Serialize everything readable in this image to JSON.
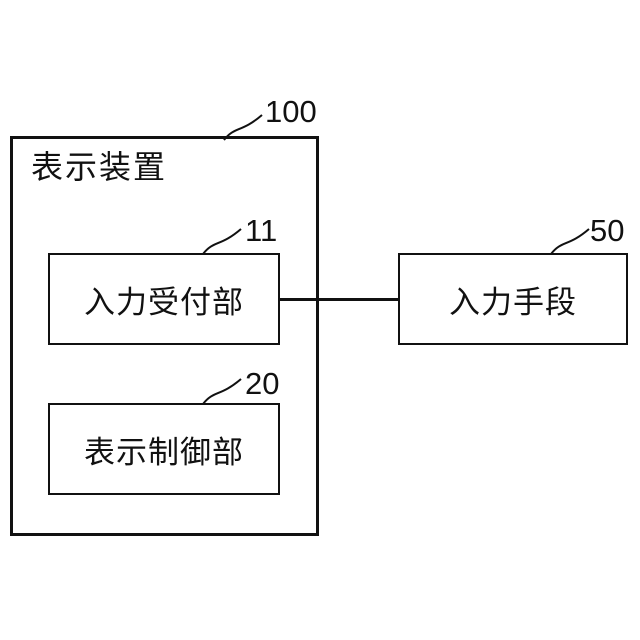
{
  "figure": {
    "device": {
      "label": "表示装置",
      "ref": "100"
    },
    "input_reception": {
      "label": "入力受付部",
      "ref": "11"
    },
    "display_control": {
      "label": "表示制御部",
      "ref": "20"
    },
    "input_means": {
      "label": "入力手段",
      "ref": "50"
    },
    "colors": {
      "line": "#111111",
      "background": "#ffffff"
    }
  }
}
